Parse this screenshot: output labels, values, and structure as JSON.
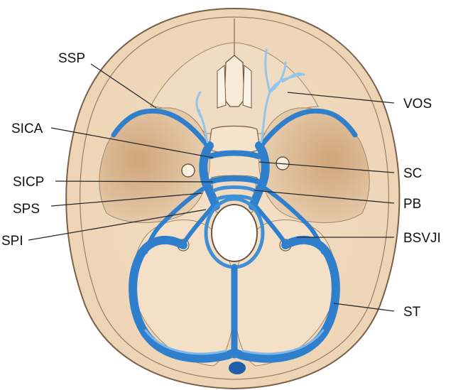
{
  "colors": {
    "bone": "#f1dcc0",
    "bone_edge": "#8a7055",
    "bone_outer": "#e9d2b3",
    "fossa_shade": "#d8b48e",
    "sinus": "#3f8fd6",
    "sinus_dark": "#1f67b3",
    "sinus_light": "#8ec4ee",
    "foramen": "#ffffff"
  },
  "icons": {
    "skull_base": "skull-base-illustration",
    "venous_sinuses": "venous-sinus-network"
  },
  "labels": {
    "ssp": "SSP",
    "sica": "SICA",
    "sicp": "SICP",
    "sps": "SPS",
    "spi": "SPI",
    "vos": "VOS",
    "sc": "SC",
    "pb": "PB",
    "bsvji": "BSVJI",
    "st": "ST"
  }
}
